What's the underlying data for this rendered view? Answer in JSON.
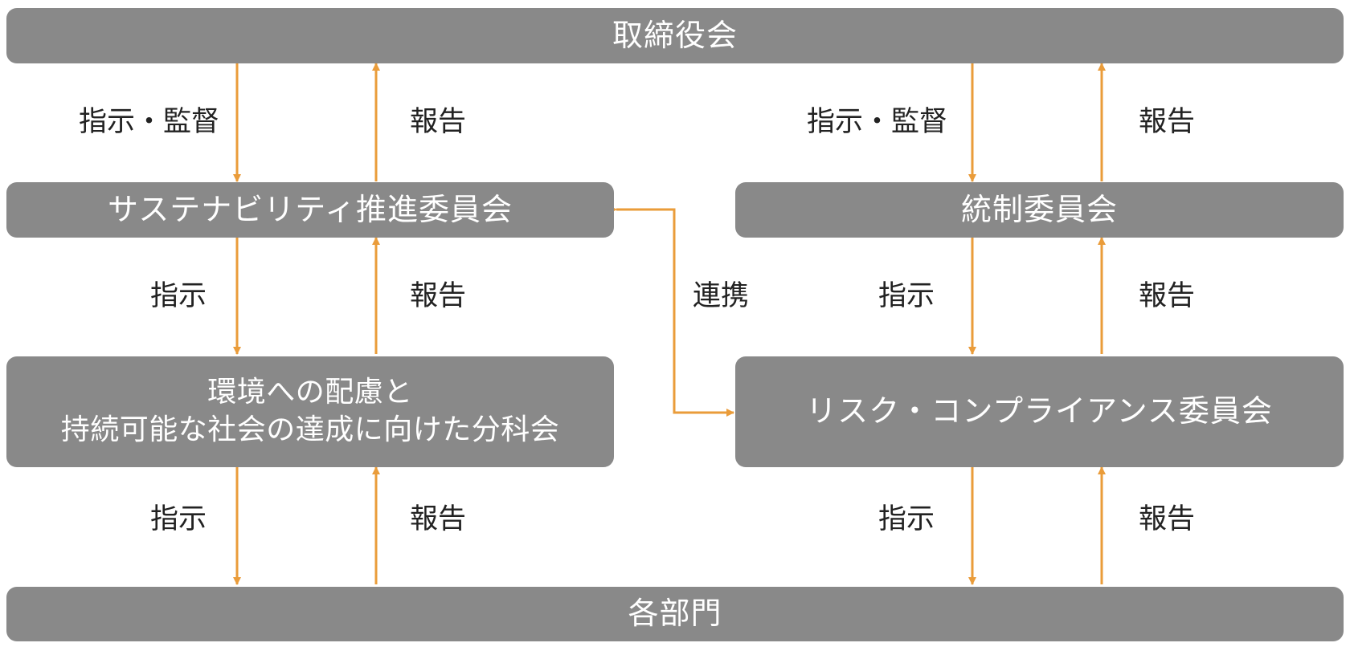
{
  "colors": {
    "box_fill": "#898989",
    "box_text": "#ffffff",
    "arrow": "#ea9c3a",
    "label_text": "#222222"
  },
  "nodes": {
    "board": "取締役会",
    "sustainability_committee": "サステナビリティ推進委員会",
    "control_committee": "統制委員会",
    "subcommittee_line1": "環境への配慮と",
    "subcommittee_line2": "持続可能な社会の達成に向けた分科会",
    "risk_committee": "リスク・コンプライアンス委員会",
    "departments": "各部門"
  },
  "edges": {
    "board_to_sustainability": "指示・監督",
    "sustainability_to_board": "報告",
    "board_to_control": "指示・監督",
    "control_to_board": "報告",
    "sustainability_to_subcommittee": "指示",
    "subcommittee_to_sustainability": "報告",
    "link": "連携",
    "control_to_risk": "指示",
    "risk_to_control": "報告",
    "subcommittee_to_departments": "指示",
    "departments_to_subcommittee": "報告",
    "risk_to_departments": "指示",
    "departments_to_risk": "報告"
  }
}
